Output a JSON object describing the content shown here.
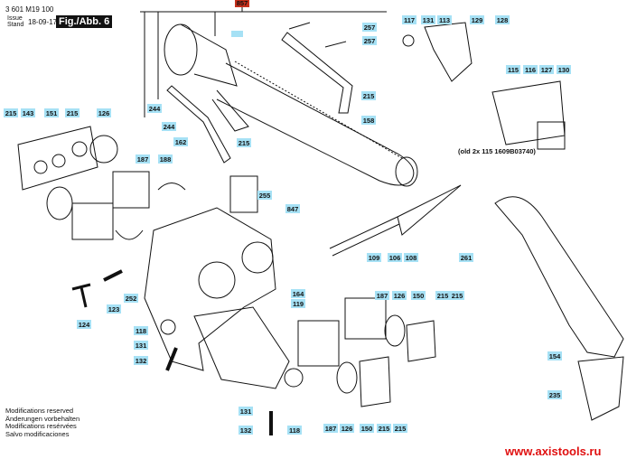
{
  "header": {
    "part_number": "3 601 M19 100",
    "issue_label": "Issue",
    "stand_label": "Stand",
    "date": "18-09-17",
    "figure": "Fig./Abb. 6"
  },
  "footer": {
    "notes": [
      "Modifications reserved",
      "Änderungen vorbehalten",
      "Modifications resérvées",
      "Salvo modificaciones"
    ],
    "website": "www.axistools.ru"
  },
  "note_old": "(old 2x 115 1609B03740)",
  "colors": {
    "label_bg": "#a6e1f5",
    "highlight_bg": "#c4301c",
    "line": "#111111"
  },
  "labels": [
    {
      "text": "857",
      "highlight": true
    },
    {
      "text": "257"
    },
    {
      "text": "257"
    },
    {
      "text": "117"
    },
    {
      "text": "131"
    },
    {
      "text": "113"
    },
    {
      "text": "129"
    },
    {
      "text": "128"
    },
    {
      "text": "115"
    },
    {
      "text": "116"
    },
    {
      "text": "127"
    },
    {
      "text": "130"
    },
    {
      "text": "215"
    },
    {
      "text": "158"
    },
    {
      "text": "244"
    },
    {
      "text": "244"
    },
    {
      "text": "162"
    },
    {
      "text": "215"
    },
    {
      "text": "215"
    },
    {
      "text": "143"
    },
    {
      "text": "151"
    },
    {
      "text": "215"
    },
    {
      "text": "126"
    },
    {
      "text": "187"
    },
    {
      "text": "188"
    },
    {
      "text": "255"
    },
    {
      "text": "847"
    },
    {
      "text": "109"
    },
    {
      "text": "106"
    },
    {
      "text": "108"
    },
    {
      "text": "261"
    },
    {
      "text": "164"
    },
    {
      "text": "119"
    },
    {
      "text": "252"
    },
    {
      "text": "123"
    },
    {
      "text": "124"
    },
    {
      "text": "118"
    },
    {
      "text": "131"
    },
    {
      "text": "132"
    },
    {
      "text": "187"
    },
    {
      "text": "126"
    },
    {
      "text": "150"
    },
    {
      "text": "215"
    },
    {
      "text": "215"
    },
    {
      "text": "154"
    },
    {
      "text": "235"
    },
    {
      "text": "131"
    },
    {
      "text": "132"
    },
    {
      "text": "118"
    },
    {
      "text": "187"
    },
    {
      "text": "126"
    },
    {
      "text": "150"
    },
    {
      "text": "215"
    },
    {
      "text": "215"
    }
  ]
}
